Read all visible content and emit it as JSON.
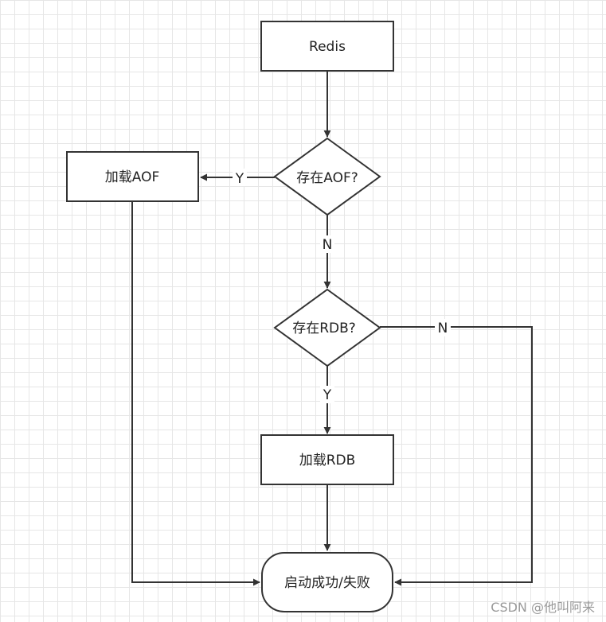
{
  "nodes": {
    "redis": "Redis",
    "exists_aof": "存在AOF?",
    "load_aof": "加载AOF",
    "exists_rdb": "存在RDB?",
    "load_rdb": "加载RDB",
    "start_result": "启动成功/失败"
  },
  "edges": {
    "aof_yes": "Y",
    "aof_no": "N",
    "rdb_no": "N",
    "rdb_yes": "Y"
  },
  "watermark": "CSDN @他叫阿来",
  "colors": {
    "stroke": "#333333",
    "fill": "#ffffff",
    "grid": "#e6e6e6"
  }
}
